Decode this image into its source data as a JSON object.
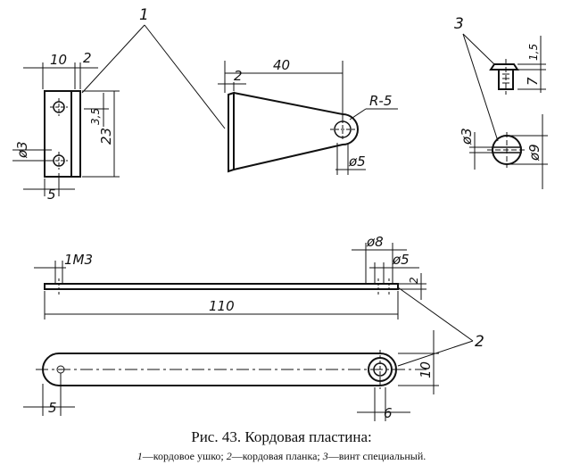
{
  "callouts": {
    "one": "1",
    "two": "2",
    "three": "3"
  },
  "ushko": {
    "d10": "10",
    "d2": "2",
    "d3_5": "3,5",
    "d23": "23",
    "dphi3": "ø3",
    "d5": "5"
  },
  "bracket": {
    "d40": "40",
    "d2": "2",
    "radius": "R-5",
    "dphi5": "ø5"
  },
  "screw": {
    "d1_5": "1,5",
    "d7": "7",
    "dphi3": "ø3",
    "dphi9": "ø9"
  },
  "planka": {
    "m3": "1М3",
    "dphi8": "ø8",
    "dphi5": "ø5",
    "d2": "2",
    "d110": "110",
    "d10": "10",
    "d5": "5",
    "d6": "6"
  },
  "caption": {
    "title": "Рис. 43. Кордовая пластина:",
    "legend": [
      {
        "num": "1",
        "text": "—кордовое ушко; "
      },
      {
        "num": "2",
        "text": "—кордовая планка; "
      },
      {
        "num": "3",
        "text": "—винт специальный."
      }
    ]
  }
}
